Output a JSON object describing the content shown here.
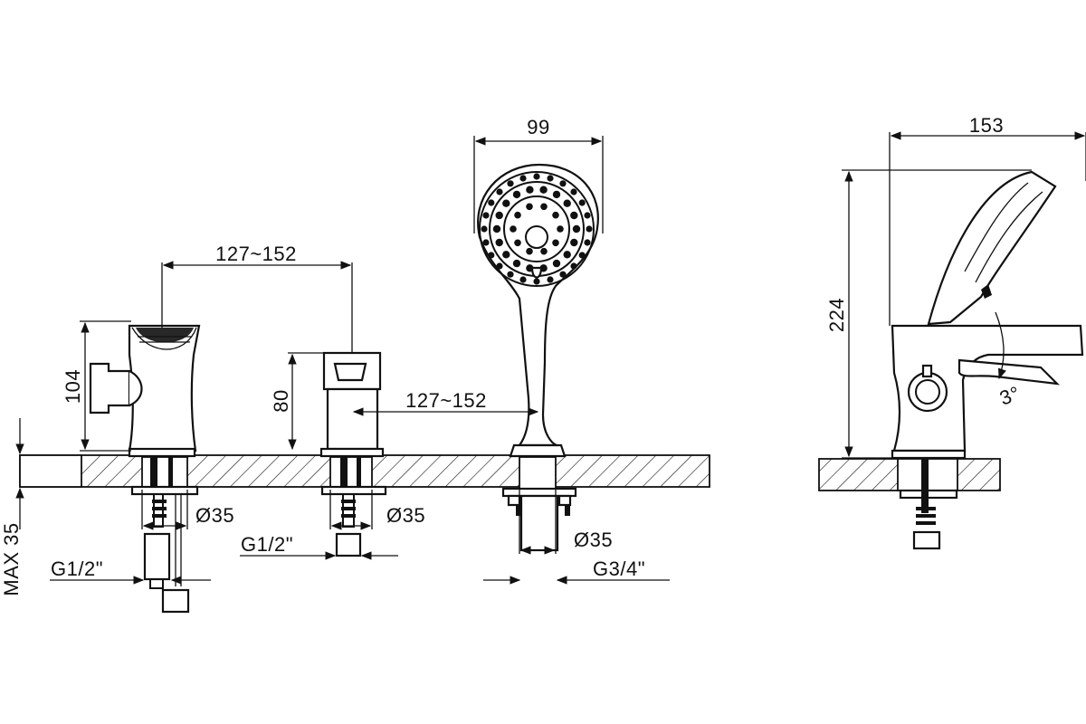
{
  "dimensions": {
    "handshower_width": "99",
    "mixer_spacing": "127~152",
    "shower_spacing": "127~152",
    "side_width": "153",
    "mixer_height": "104",
    "valve_height": "80",
    "side_height": "224",
    "deck_thickness": "MAX 35",
    "hole_1": "Ø35",
    "hole_2": "Ø35",
    "hole_3": "Ø35",
    "thread_1": "G1/2\"",
    "thread_2": "G1/2\"",
    "thread_3": "G3/4\"",
    "tilt_angle": "3°"
  },
  "colors": {
    "line": "#111111",
    "background": "#ffffff"
  }
}
